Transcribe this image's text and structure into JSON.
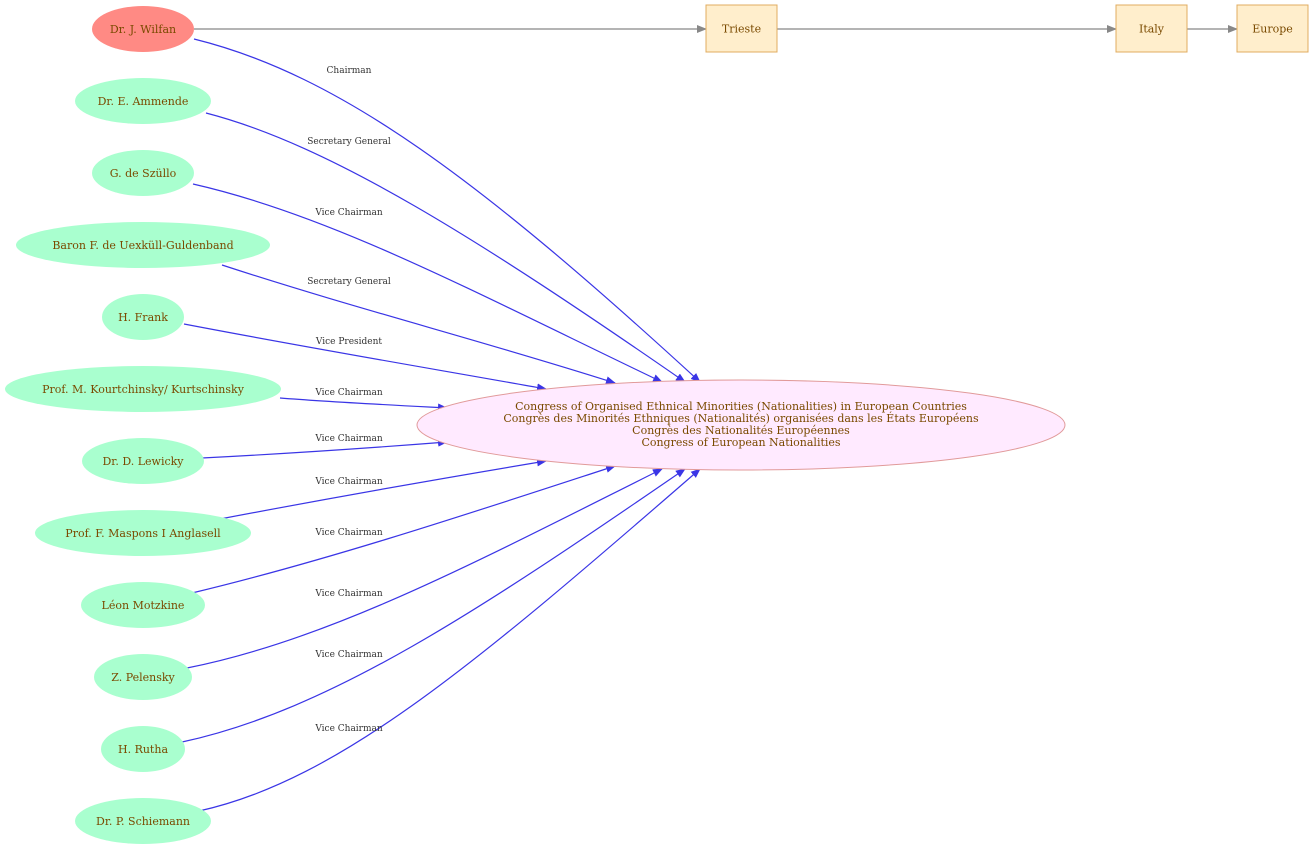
{
  "colors": {
    "person_fill": "#a9ffcf",
    "chair_fill": "#ff8a84",
    "center_fill": "#ffeaff",
    "center_stroke": "#e19a9a",
    "place_fill": "#ffeecc",
    "place_stroke": "#e0ac60",
    "edge_blue": "#3a35e6",
    "edge_grey": "#888888",
    "label_text": "#7a4a00"
  },
  "center": {
    "lines": [
      "Congress of Organised Ethnical Minorities (Nationalities) in European Countries",
      "Congrès des Minorités Ethniques (Nationalités) organisées dans les États Européens",
      "Congrès des Nationalités Européennes",
      "Congress of European Nationalities"
    ]
  },
  "places": [
    "Trieste",
    "Italy",
    "Europe"
  ],
  "people": [
    {
      "name": "Dr. J. Wilfan",
      "role": "Chairman"
    },
    {
      "name": "Dr. E. Ammende",
      "role": "Secretary General"
    },
    {
      "name": "G. de Szüllo",
      "role": "Vice Chairman"
    },
    {
      "name": "Baron F.  de Uexküll-Guldenband",
      "role": "Secretary General"
    },
    {
      "name": "H. Frank",
      "role": "Vice President"
    },
    {
      "name": "Prof. M. Kourtchinsky/ Kurtschinsky",
      "role": "Vice Chairman"
    },
    {
      "name": "Dr. D. Lewicky",
      "role": "Vice Chairman"
    },
    {
      "name": "Prof. F.  Maspons I Anglasell",
      "role": "Vice Chairman"
    },
    {
      "name": "Léon Motzkine",
      "role": "Vice Chairman"
    },
    {
      "name": "Z. Pelensky",
      "role": "Vice Chairman"
    },
    {
      "name": "H. Rutha",
      "role": "Vice Chairman"
    },
    {
      "name": "Dr. P. Schiemann",
      "role": "Vice Chairman"
    }
  ]
}
